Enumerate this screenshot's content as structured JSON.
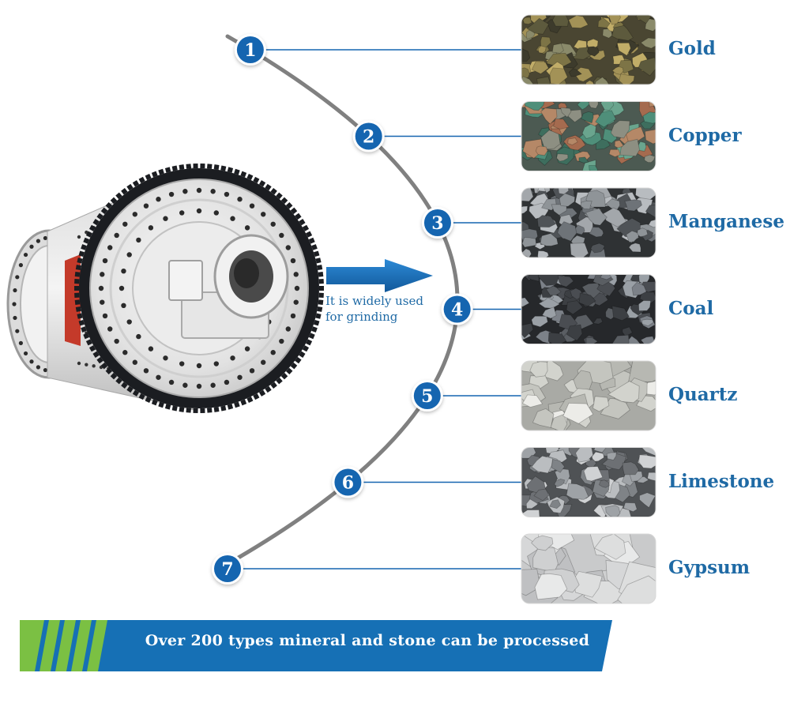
{
  "colors": {
    "accent_blue": "#1f6aa5",
    "badge_blue": "#1565b0",
    "arc_gray": "#808080",
    "banner_blue": "#1670b5",
    "stripe_green": "#7bc043"
  },
  "icons": [
    "ball-mill-machine",
    "right-arrow-icon",
    "mineral-sample-photo"
  ],
  "caption": {
    "line1": "It is widely used",
    "line2": "for grinding"
  },
  "minerals": [
    {
      "number": "1",
      "name": "Gold",
      "texture": "gold"
    },
    {
      "number": "2",
      "name": "Copper",
      "texture": "copper"
    },
    {
      "number": "3",
      "name": "Manganese",
      "texture": "manganese"
    },
    {
      "number": "4",
      "name": "Coal",
      "texture": "coal"
    },
    {
      "number": "5",
      "name": "Quartz",
      "texture": "quartz"
    },
    {
      "number": "6",
      "name": "Limestone",
      "texture": "limestone"
    },
    {
      "number": "7",
      "name": "Gypsum",
      "texture": "gypsum"
    }
  ],
  "banner": {
    "text": "Over 200 types mineral and stone can be processed"
  }
}
